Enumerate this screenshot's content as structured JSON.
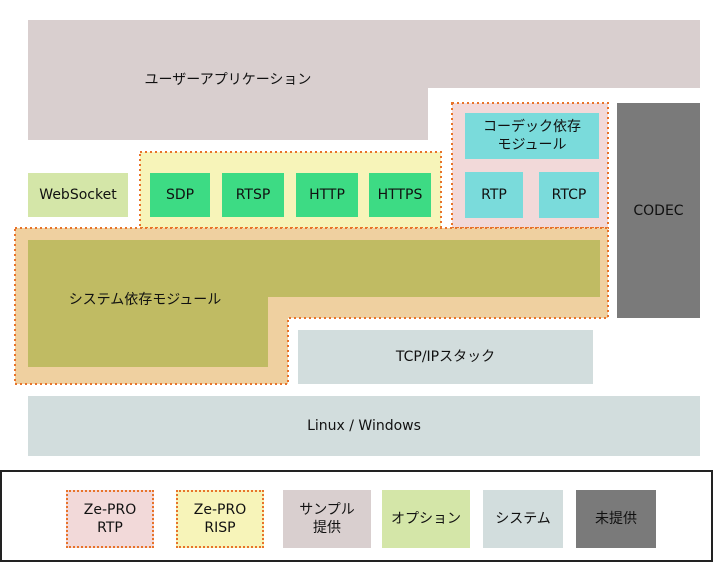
{
  "colors": {
    "sample": "#d9cfcf",
    "option": "#d4e6a8",
    "system": "#d2dddd",
    "unprovided": "#7a7a7a",
    "ze_pro_rtp": "#f2d9d9",
    "ze_pro_risp": "#f7f4b9",
    "green_module": "#3ddb84",
    "teal_module": "#7adbdb",
    "olive_module": "#c0bb63",
    "peach": "#efd0a0",
    "dotted_border": "#e8732a"
  },
  "diagram": {
    "user_app": "ユーザーアプリケーション",
    "websocket": "WebSocket",
    "sdp": "SDP",
    "rtsp": "RTSP",
    "http": "HTTP",
    "https": "HTTPS",
    "codec_module": "コーデック依存\nモジュール",
    "rtp": "RTP",
    "rtcp": "RTCP",
    "codec": "CODEC",
    "system_module": "システム依存モジュール",
    "tcpip": "TCP/IPスタック",
    "os": "Linux / Windows"
  },
  "legend": {
    "items": [
      {
        "label": "Ze-PRO\nRTP",
        "style": "ze_pro_rtp"
      },
      {
        "label": "Ze-PRO\nRISP",
        "style": "ze_pro_risp"
      },
      {
        "label": "サンプル\n提供",
        "style": "sample"
      },
      {
        "label": "オプション",
        "style": "option"
      },
      {
        "label": "システム",
        "style": "system"
      },
      {
        "label": "未提供",
        "style": "unprovided"
      }
    ]
  }
}
